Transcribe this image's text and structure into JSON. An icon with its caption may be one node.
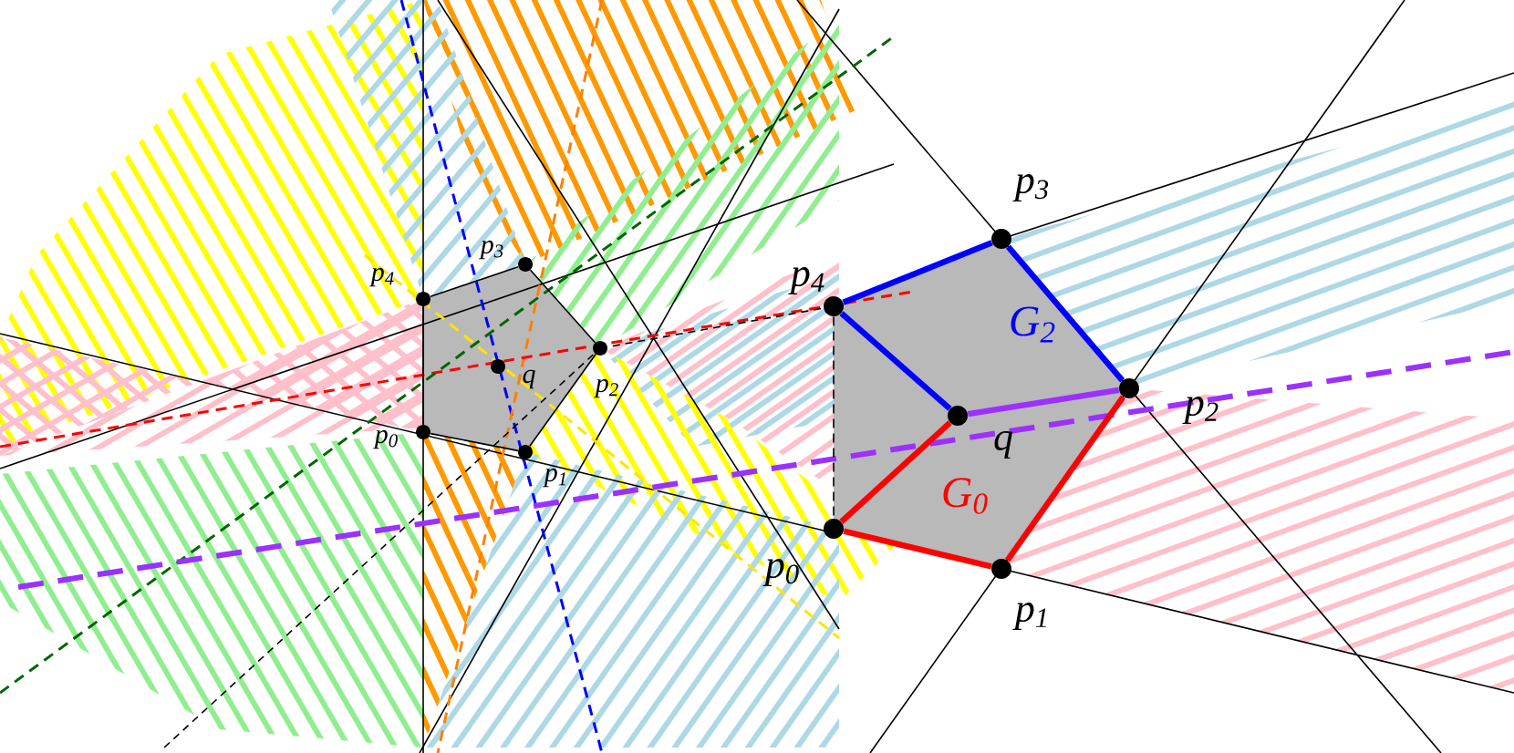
{
  "diagram": {
    "nodes": [
      {
        "text": [],
        "shape": "circle",
        "beside": [
          "p$_{0}$"
        ]
      },
      {
        "text": [],
        "shape": "circle",
        "beside": [
          "p$_{1}$"
        ]
      },
      {
        "text": [],
        "shape": "circle",
        "beside": [
          "p$_{2}$"
        ]
      },
      {
        "text": [],
        "shape": "circle",
        "beside": [
          "p$_{3}$"
        ]
      },
      {
        "text": [],
        "shape": "circle",
        "beside": [
          "p$_{4}$"
        ]
      },
      {
        "text": [],
        "shape": "circle",
        "beside": [
          "q"
        ]
      },
      {
        "text": [],
        "shape": "circle",
        "beside": [
          "p$_{0}$"
        ]
      },
      {
        "text": [],
        "shape": "circle",
        "beside": [
          "p$_{1}$"
        ]
      },
      {
        "text": [],
        "shape": "circle",
        "beside": [
          "p$_{2}$"
        ]
      },
      {
        "text": [],
        "shape": "circle",
        "beside": [
          "p$_{3}$"
        ]
      },
      {
        "text": [],
        "shape": "circle",
        "beside": [
          "p$_{4}$"
        ]
      },
      {
        "text": [],
        "shape": "circle",
        "beside": [
          "q"
        ]
      }
    ],
    "edges": [
      {
        "from": 0,
        "to": 1,
        "arrow": "none"
      },
      {
        "from": 1,
        "to": 2,
        "arrow": "none"
      },
      {
        "from": 2,
        "to": 3,
        "arrow": "none"
      },
      {
        "from": 3,
        "to": 4,
        "arrow": "none"
      },
      {
        "from": 4,
        "to": 0,
        "arrow": "none"
      },
      {
        "from": 6,
        "to": 7,
        "arrow": "none",
        "color": "#ff0000"
      },
      {
        "from": 7,
        "to": 8,
        "arrow": "none",
        "color": "#ff0000"
      },
      {
        "from": 8,
        "to": 9,
        "arrow": "none",
        "color": "#0000ff"
      },
      {
        "from": 9,
        "to": 10,
        "arrow": "none",
        "color": "#0000ff"
      },
      {
        "from": 10,
        "to": 11,
        "arrow": "none",
        "color": "#0000ff"
      },
      {
        "from": 11,
        "to": 6,
        "arrow": "none",
        "color": "#ff0000"
      },
      {
        "from": 11,
        "to": 8,
        "arrow": "none",
        "color": "#9b30ff"
      },
      {
        "from": 10,
        "to": 6,
        "arrow": "none",
        "style": "dashed"
      }
    ],
    "labels": [
      "G$_{0}$",
      "G$_{2}$"
    ]
  }
}
